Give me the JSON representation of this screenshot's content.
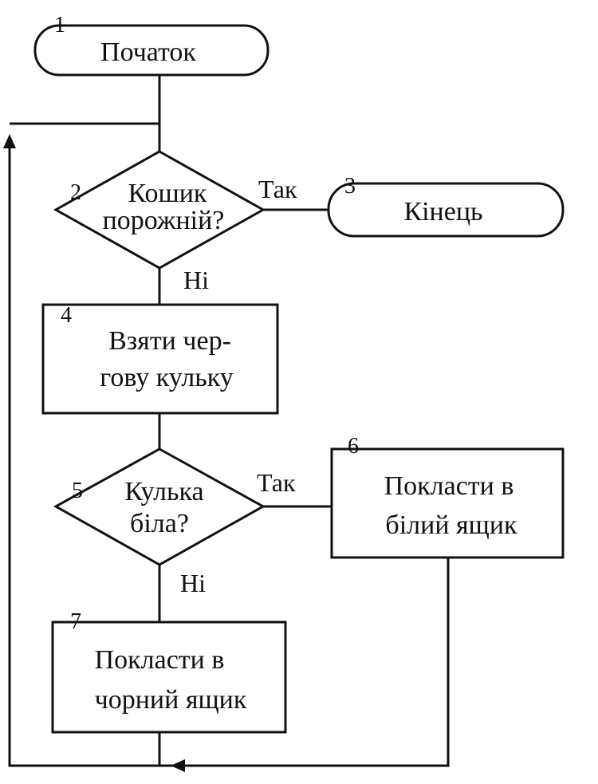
{
  "nodes": {
    "start": {
      "number": "1",
      "text": "Початок"
    },
    "check_basket": {
      "number": "2",
      "line1": "Кошик",
      "line2": "порожній?"
    },
    "end": {
      "number": "3",
      "text": "Кінець"
    },
    "take_ball": {
      "number": "4",
      "line1": "Взяти чер-",
      "line2": "гову кульку"
    },
    "check_white": {
      "number": "5",
      "line1": "Кулька",
      "line2": "біла?"
    },
    "put_white": {
      "number": "6",
      "line1": "Покласти в",
      "line2": "білий ящик"
    },
    "put_black": {
      "number": "7",
      "line1": "Покласти в",
      "line2": "чорний ящик"
    }
  },
  "branches": {
    "basket_yes": "Так",
    "basket_no": "Ні",
    "white_yes": "Так",
    "white_no": "Ні"
  },
  "colors": {
    "stroke": "#111111",
    "background": "#ffffff"
  }
}
